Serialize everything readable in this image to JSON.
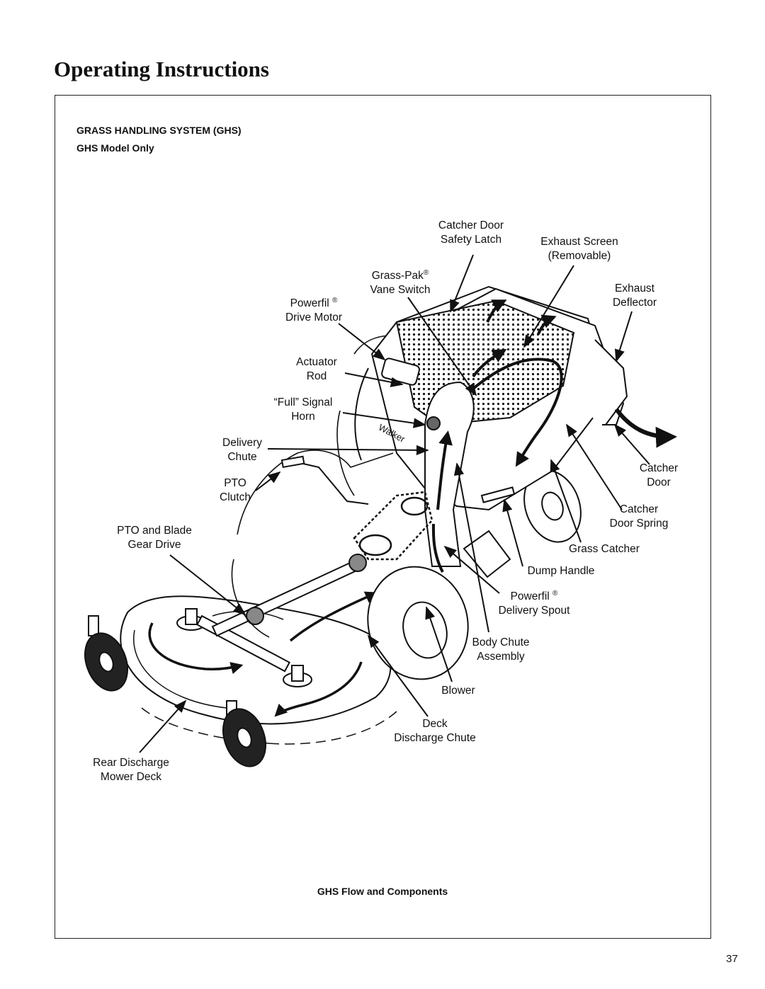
{
  "page": {
    "title": "Operating Instructions",
    "section_heading": "GRASS HANDLING SYSTEM (GHS)",
    "section_subheading": "GHS Model Only",
    "figure_caption": "GHS Flow and Components",
    "page_number": "37"
  },
  "labels": {
    "catcher_door_safety_latch": [
      "Catcher Door",
      "Safety Latch"
    ],
    "exhaust_screen": [
      "Exhaust Screen",
      "(Removable)"
    ],
    "grass_pak_vane_switch": [
      "Grass-Pak",
      "Vane Switch"
    ],
    "exhaust_deflector": [
      "Exhaust",
      "Deflector"
    ],
    "powerfil_drive_motor": [
      "Powerfil",
      "Drive Motor"
    ],
    "actuator_rod": [
      "Actuator",
      "Rod"
    ],
    "full_signal_horn": [
      "“Full” Signal",
      "Horn"
    ],
    "delivery_chute": [
      "Delivery",
      "Chute"
    ],
    "pto_clutch": [
      "PTO",
      "Clutch"
    ],
    "catcher_door": [
      "Catcher",
      "Door"
    ],
    "catcher_door_spring": [
      "Catcher",
      "Door Spring"
    ],
    "pto_blade_gear_drive": [
      "PTO and Blade",
      "Gear Drive"
    ],
    "grass_catcher": [
      "Grass Catcher"
    ],
    "dump_handle": [
      "Dump Handle"
    ],
    "powerfil_delivery_spout": [
      "Powerfil",
      "Delivery Spout"
    ],
    "body_chute_assembly": [
      "Body Chute",
      "Assembly"
    ],
    "blower": [
      "Blower"
    ],
    "deck_discharge_chute": [
      "Deck",
      "Discharge Chute"
    ],
    "rear_discharge_mower_deck": [
      "Rear Discharge",
      "Mower Deck"
    ],
    "registered_mark": "®",
    "brand_decal": "Walker"
  }
}
